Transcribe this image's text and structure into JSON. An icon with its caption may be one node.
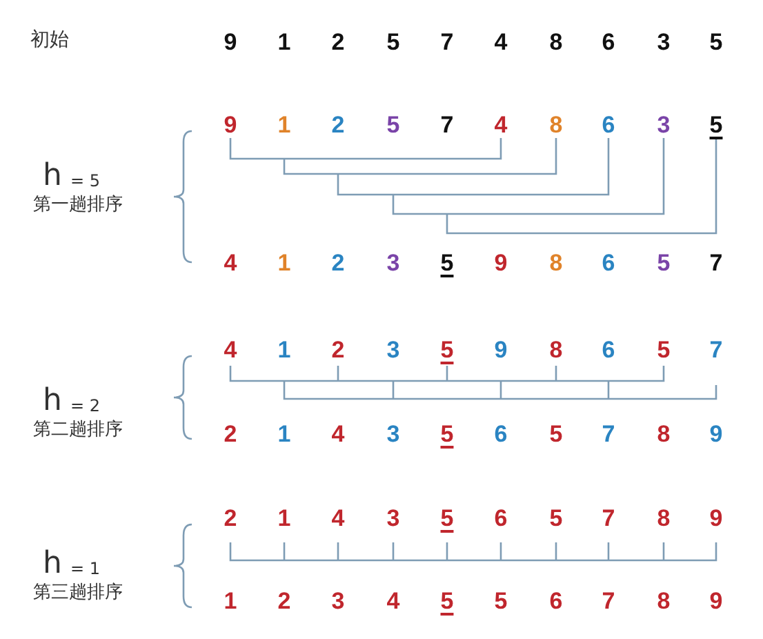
{
  "diagram": {
    "labels": [
      "初始",
      "9",
      "1",
      "2",
      "5",
      "7",
      "4",
      "8",
      "6",
      "3",
      "5",
      "9",
      "1",
      "2",
      "5",
      "7",
      "4",
      "8",
      "6",
      "3",
      "5",
      "h",
      "= 5",
      "第一趟排序",
      "4",
      "1",
      "2",
      "3",
      "5",
      "9",
      "8",
      "6",
      "5",
      "7",
      "4",
      "1",
      "2",
      "3",
      "5",
      "9",
      "8",
      "6",
      "5",
      "7",
      "h",
      "= 2",
      "第二趟排序",
      "2",
      "1",
      "4",
      "3",
      "5",
      "6",
      "5",
      "7",
      "8",
      "9",
      "2",
      "1",
      "4",
      "3",
      "5",
      "6",
      "5",
      "7",
      "8",
      "9",
      "h",
      "= 1",
      "第三趟排序",
      "1",
      "2",
      "3",
      "4",
      "5",
      "5",
      "6",
      "7",
      "8",
      "9"
    ]
  }
}
